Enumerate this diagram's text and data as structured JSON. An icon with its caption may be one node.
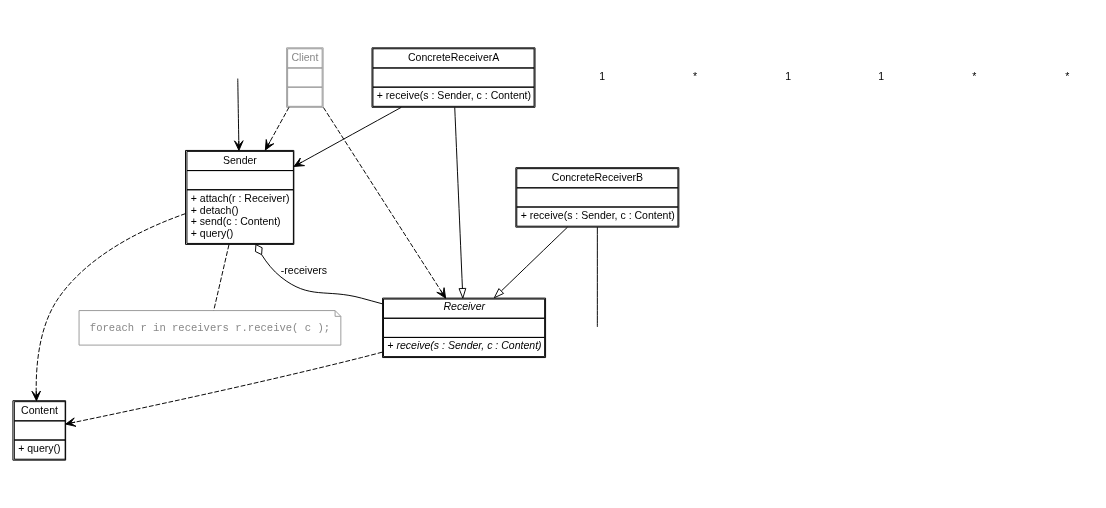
{
  "diagram": {
    "nodes": [
      {
        "text": [
          "Client"
        ]
      },
      {
        "text": [
          "Content",
          "+ query()"
        ]
      },
      {
        "text": [
          "Sender",
          "+ attach(r : Receiver)",
          "+ detach()",
          "+ send(c : Content)",
          "+ query()"
        ]
      },
      {
        "text": [
          "Receiver",
          "+ receive(s : Sender, c : Content)"
        ]
      },
      {
        "text": [
          "foreach r in receivers r.receive( c );"
        ]
      },
      {
        "text": [
          "ConcreteReceiverA",
          "+ receive(s : Sender, c : Content)"
        ]
      },
      {
        "text": [
          "ConcreteReceiverB",
          "+ receive(s : Sender, c : Content)"
        ]
      }
    ],
    "edges": [
      {
        "from": 0,
        "to": 2,
        "arrow": "to",
        "style": "dashed"
      },
      {
        "from": 0,
        "to": 3,
        "arrow": "to",
        "style": "dashed"
      },
      {
        "from": 2,
        "to": 1,
        "arrow": "to",
        "style": "dashed"
      },
      {
        "from": 3,
        "to": 1,
        "arrow": "to",
        "style": "dashed"
      },
      {
        "from": 2,
        "to": 3,
        "arrow": "other",
        "label": "-receivers"
      },
      {
        "from": 5,
        "to": 3,
        "arrow": "to"
      },
      {
        "from": 6,
        "to": 3,
        "arrow": "to"
      },
      {
        "from": 5,
        "to": 2,
        "arrow": "to"
      },
      {
        "from": 2,
        "to": 4,
        "arrow": "none",
        "style": "dashed"
      },
      {
        "from": null,
        "to": 2,
        "arrow": "to"
      },
      {
        "from": 6,
        "to": null,
        "arrow": "none"
      }
    ],
    "labels": [
      "1",
      "*",
      "1",
      "1",
      "*",
      "*"
    ]
  }
}
